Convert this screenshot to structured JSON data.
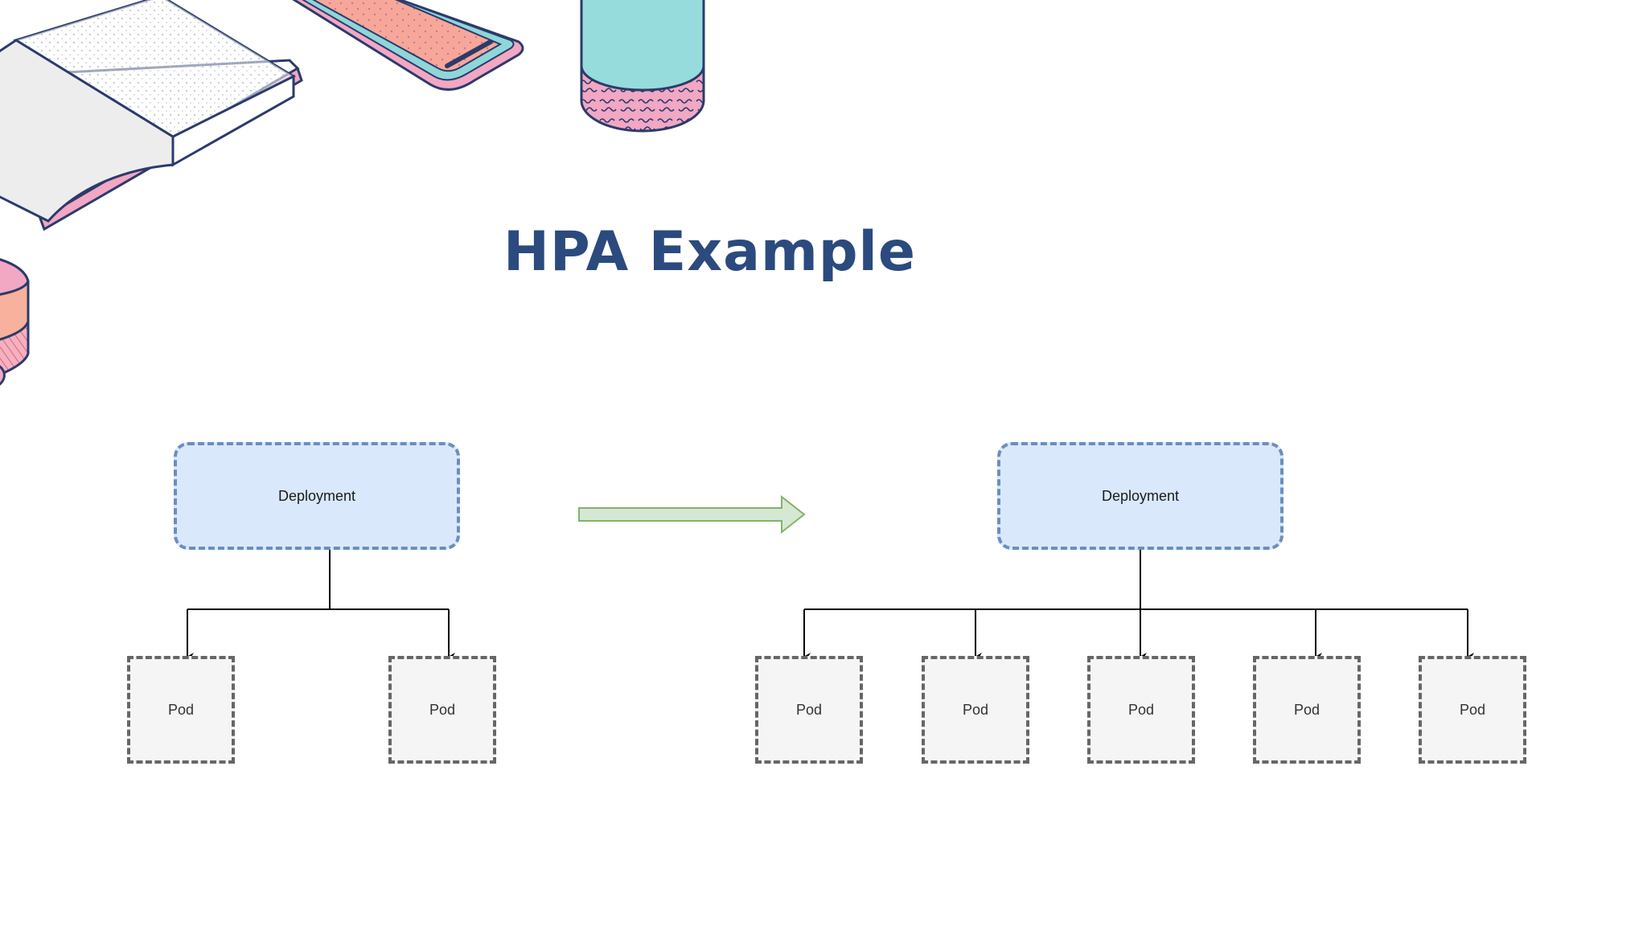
{
  "slide": {
    "title": "HPA Example"
  },
  "diagram": {
    "before": {
      "deployment_label": "Deployment",
      "pods": [
        "Pod",
        "Pod"
      ]
    },
    "after": {
      "deployment_label": "Deployment",
      "pods": [
        "Pod",
        "Pod",
        "Pod",
        "Pod",
        "Pod"
      ]
    }
  },
  "colors": {
    "title": "#2b4a7e",
    "deployment_fill": "#dae8fc",
    "deployment_border": "#6c8ebf",
    "pod_fill": "#f5f5f5",
    "pod_border": "#666666",
    "arrow_fill": "#d5e8d4",
    "arrow_stroke": "#82b366"
  },
  "decorations": [
    "open-book-icon",
    "smartphone-icon",
    "jar-icon",
    "stacked-disc-icon"
  ]
}
